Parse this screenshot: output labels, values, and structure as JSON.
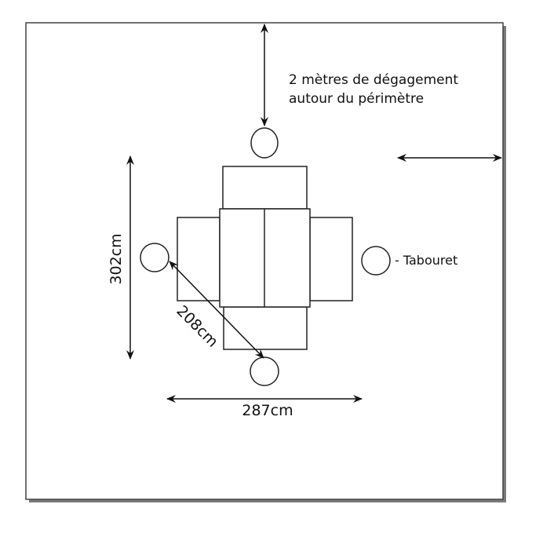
{
  "labels": {
    "clearance_line1": "2 mètres de dégagement",
    "clearance_line2": "autour du périmètre",
    "stool": "- Tabouret",
    "height_dim": "302cm",
    "width_dim": "287cm",
    "diagonal_dim": "208cm"
  },
  "colors": {
    "stroke": "#222222",
    "shadow": "#7a7a7a",
    "background": "#ffffff"
  }
}
